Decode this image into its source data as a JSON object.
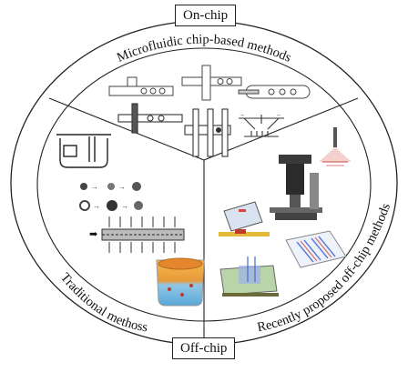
{
  "labels": {
    "top_box": "On-chip",
    "bottom_box": "Off-chip",
    "sector_top": "Microfluidic chip-based methods",
    "sector_left": "Traditional methoss",
    "sector_right": "Recently proposed off-chip methods"
  },
  "diagram": {
    "type": "three-sector-circle",
    "sectors": [
      "top",
      "left",
      "right"
    ]
  }
}
